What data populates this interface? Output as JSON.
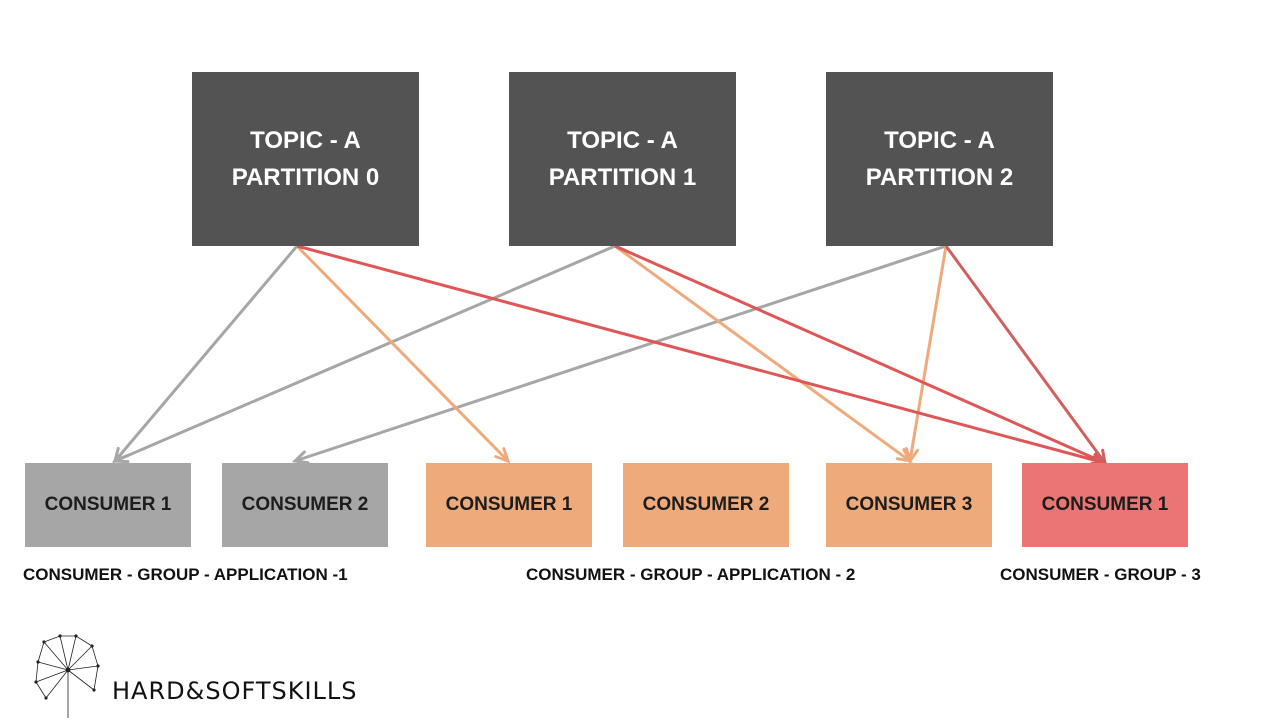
{
  "topics": [
    {
      "line1": "TOPIC  - A",
      "line2": "PARTITION 0"
    },
    {
      "line1": "TOPIC  - A",
      "line2": "PARTITION 1"
    },
    {
      "line1": "TOPIC  - A",
      "line2": "PARTITION 2"
    }
  ],
  "consumers": [
    {
      "label": "CONSUMER 1",
      "group": 1
    },
    {
      "label": "CONSUMER 2",
      "group": 1
    },
    {
      "label": "CONSUMER 1",
      "group": 2
    },
    {
      "label": "CONSUMER 2",
      "group": 2
    },
    {
      "label": "CONSUMER 3",
      "group": 2
    },
    {
      "label": "CONSUMER 1",
      "group": 3
    }
  ],
  "groups": [
    {
      "label": "CONSUMER - GROUP - APPLICATION -1",
      "color": "#a6a6a6"
    },
    {
      "label": "CONSUMER - GROUP - APPLICATION - 2",
      "color": "#efaa7c"
    },
    {
      "label": "CONSUMER - GROUP - 3",
      "color": "#ea7575"
    }
  ],
  "connections": [
    {
      "from": 0,
      "to": 0,
      "color": "#a6a6a6"
    },
    {
      "from": 1,
      "to": 0,
      "color": "#a6a6a6"
    },
    {
      "from": 2,
      "to": 1,
      "color": "#a6a6a6"
    },
    {
      "from": 0,
      "to": 2,
      "color": "#efaa7c"
    },
    {
      "from": 1,
      "to": 4,
      "color": "#efaa7c"
    },
    {
      "from": 2,
      "to": 4,
      "color": "#efaa7c"
    },
    {
      "from": 0,
      "to": 5,
      "color": "#e05555"
    },
    {
      "from": 1,
      "to": 5,
      "color": "#e05555"
    },
    {
      "from": 2,
      "to": 5,
      "color": "#d06060"
    }
  ],
  "brand": {
    "name": "HARD&SOFTSKILLS",
    "logo_icon": "dandelion-icon"
  }
}
